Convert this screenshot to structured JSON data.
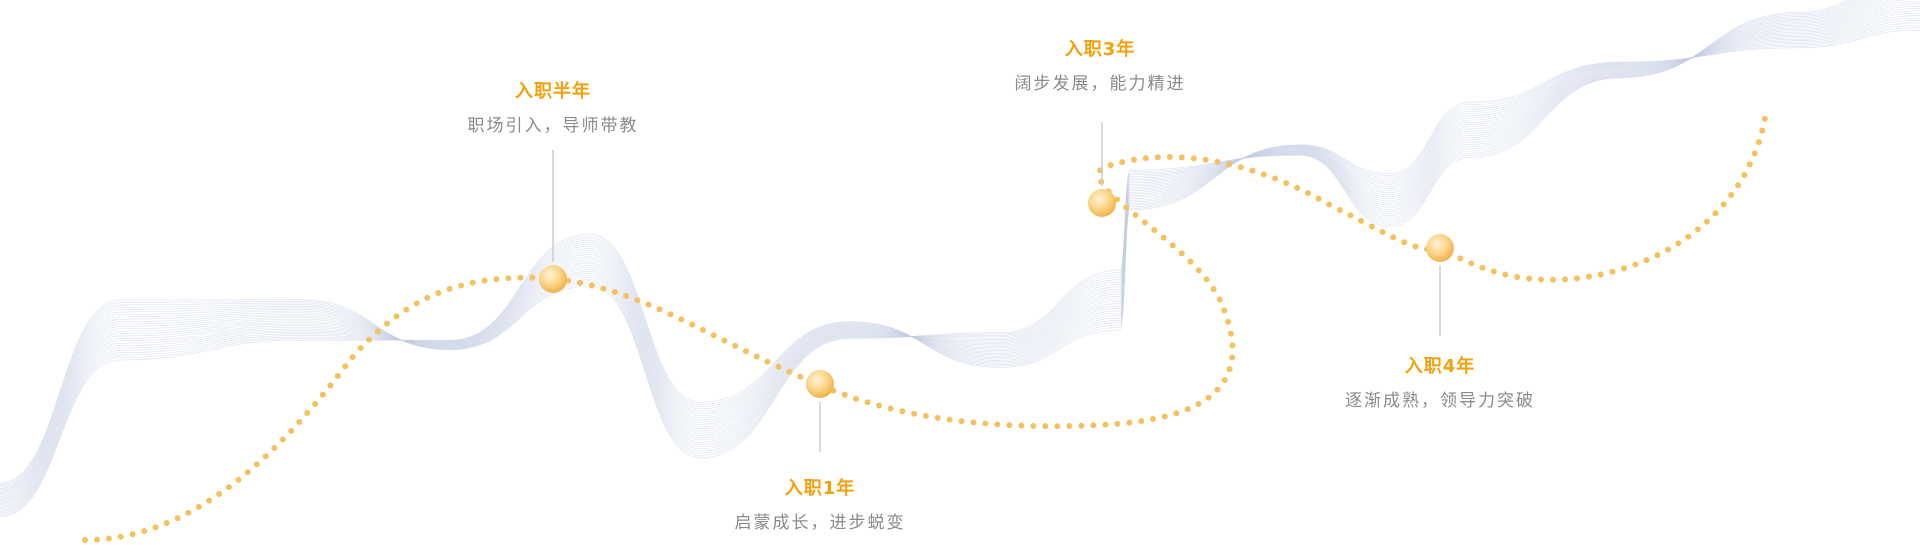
{
  "accent_color": "#f2a10e",
  "dot_color": "#f5c15e",
  "wave_color": "#c5cde3",
  "connector_color": "#c9cdd6",
  "milestones": [
    {
      "title": "入职半年",
      "desc": "职场引入，导师带教"
    },
    {
      "title": "入职1年",
      "desc": "启蒙成长，进步蜕变"
    },
    {
      "title": "入职3年",
      "desc": "阔步发展，能力精进"
    },
    {
      "title": "入职4年",
      "desc": "逐渐成熟，领导力突破"
    }
  ]
}
